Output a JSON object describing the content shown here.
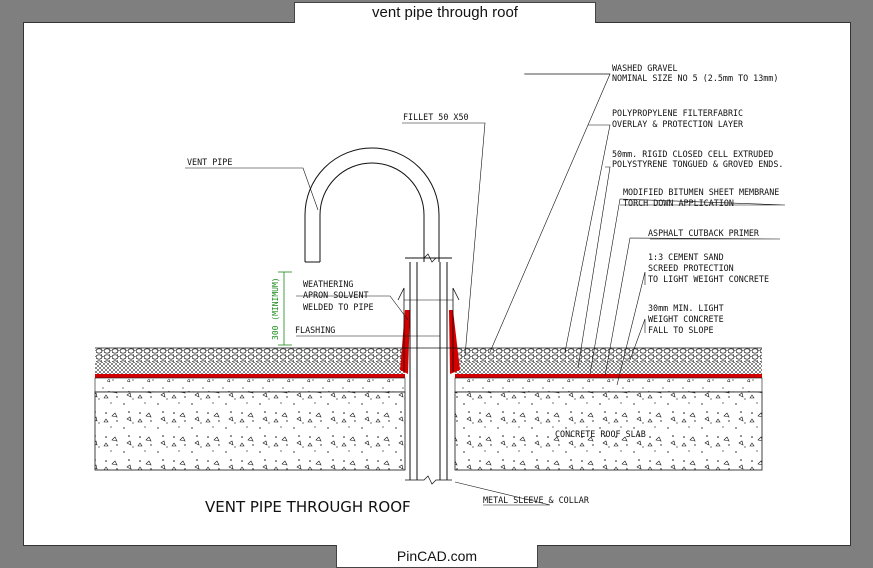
{
  "header": {
    "title": "vent pipe through roof"
  },
  "footer": {
    "site": "PinCAD.com"
  },
  "drawing": {
    "main_caption": "VENT PIPE THROUGH ROOF",
    "dimension_label": "300 (MINIMUM)",
    "labels": {
      "washed_gravel_1": "WASHED GRAVEL",
      "washed_gravel_2": "NOMINAL SIZE NO 5 (2.5mm TO 13mm)",
      "fillet": "FILLET 50 X50",
      "filterfabric_1": "POLYPROPYLENE FILTERFABRIC",
      "filterfabric_2": "OVERLAY & PROTECTION LAYER",
      "vent_pipe": "VENT PIPE",
      "polystyrene_1": "50mm. RIGID CLOSED CELL EXTRUDED",
      "polystyrene_2": "POLYSTYRENE TONGUED & GROVED ENDS.",
      "membrane_1": "MODIFIED BITUMEN SHEET MEMBRANE",
      "membrane_2": "TORCH DOWN APPLICATION",
      "primer": "ASPHALT CUTBACK PRIMER",
      "screed_1": "1:3 CEMENT SAND",
      "screed_2": "SCREED PROTECTION",
      "screed_3": "TO LIGHT WEIGHT CONCRETE",
      "weathering_1": "WEATHERING",
      "weathering_2": "APRON SOLVENT",
      "weathering_3": "WELDED TO PIPE",
      "flashing": "FLASHING",
      "lwc_1": "30mm MIN. LIGHT",
      "lwc_2": "WEIGHT CONCRETE",
      "lwc_3": "FALL TO SLOPE",
      "slab": "CONCRETE ROOF SLAB",
      "sleeve": "METAL SLEEVE & COLLAR"
    },
    "colors": {
      "membrane": "#d40000",
      "dimension": "#1a8a1a",
      "line": "#111111"
    }
  }
}
